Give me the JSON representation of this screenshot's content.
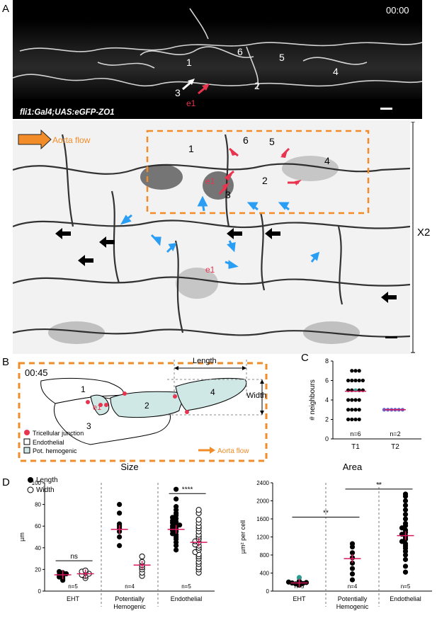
{
  "panel_labels": {
    "a": "A",
    "b": "B",
    "c": "C",
    "d": "D"
  },
  "panelA": {
    "timestamp": "00:00",
    "genotype": "fli1:Gal4;UAS:eGFP-ZO1",
    "cell_numbers": [
      "1",
      "2",
      "3",
      "4",
      "5",
      "6"
    ],
    "e1_label": "e1",
    "aorta_flow": "Aorta flow",
    "zoom_label": "X2"
  },
  "panelB": {
    "timestamp": "00:45",
    "cell_numbers": [
      "1",
      "2",
      "3",
      "4"
    ],
    "e1_label": "e1",
    "length_label": "Length",
    "width_label": "Width",
    "aorta_flow": "Aorta flow",
    "legend": [
      {
        "label": "Tricellular junction",
        "color": "#e8344e"
      },
      {
        "label": "Endothelial",
        "color": "#ffffff"
      },
      {
        "label": "Pot. hemogenic",
        "color": "#cfe8e6"
      }
    ]
  },
  "colors": {
    "orange": "#f28c28",
    "red": "#e8344e",
    "blue": "#2a9df4",
    "teal": "#2a9d8f",
    "magenta": "#d81b60"
  },
  "chart_data": [
    {
      "type": "scatter",
      "panel": "C",
      "ylabel": "# neighbours",
      "categories": [
        "T1",
        "T2"
      ],
      "ylim": [
        0,
        8
      ],
      "yticks": [
        0,
        2,
        4,
        6,
        8
      ],
      "n_labels": [
        "n=6",
        "n=2"
      ],
      "series": [
        {
          "category": "T1",
          "values": [
            7,
            7,
            7,
            6,
            6,
            6,
            6,
            6,
            5,
            5,
            5,
            5,
            5,
            4,
            4,
            4,
            4,
            3,
            3,
            3,
            3,
            2,
            2,
            2,
            2
          ],
          "highlight": [
            5
          ]
        },
        {
          "category": "T2",
          "values": [
            3,
            3,
            3,
            3,
            3,
            3
          ]
        }
      ],
      "means": [
        4.9,
        3.0
      ]
    },
    {
      "type": "scatter",
      "panel": "D-size",
      "title": "Size",
      "ylabel": "µm",
      "ylim": [
        0,
        100
      ],
      "yticks": [
        0,
        20,
        40,
        60,
        80,
        100
      ],
      "legend": [
        "Length",
        "Width"
      ],
      "groups": [
        "EHT",
        "Potentially Hemogenic",
        "Endothelial"
      ],
      "group_lines": [
        [
          "EHT"
        ],
        [
          "Potentially",
          "Hemogenic"
        ],
        [
          "Endothelial"
        ]
      ],
      "n_labels": [
        "n=5",
        "n=4",
        "n=5"
      ],
      "series": [
        {
          "name": "Length",
          "group": "EHT",
          "values": [
            10,
            12,
            13,
            14,
            15,
            16,
            17,
            18
          ],
          "mean": 15
        },
        {
          "name": "Width",
          "group": "EHT",
          "values": [
            12,
            14,
            15,
            16,
            17,
            18,
            19
          ],
          "mean": 16
        },
        {
          "name": "Length",
          "group": "Potentially Hemogenic",
          "values": [
            42,
            50,
            55,
            58,
            60,
            62,
            72,
            80
          ],
          "mean": 57
        },
        {
          "name": "Width",
          "group": "Potentially Hemogenic",
          "values": [
            14,
            17,
            20,
            22,
            24,
            27,
            32
          ],
          "mean": 24
        },
        {
          "name": "Length",
          "group": "Endothelial",
          "values": [
            38,
            42,
            45,
            48,
            50,
            52,
            53,
            55,
            56,
            57,
            58,
            59,
            60,
            61,
            62,
            63,
            64,
            65,
            67,
            68,
            70,
            72,
            75,
            78,
            85,
            94
          ],
          "mean": 57
        },
        {
          "name": "Width",
          "group": "Endothelial",
          "values": [
            17,
            20,
            22,
            25,
            27,
            30,
            32,
            34,
            36,
            38,
            40,
            42,
            43,
            45,
            46,
            48,
            50,
            52,
            55,
            58,
            60,
            63,
            66,
            72,
            75
          ],
          "mean": 45
        }
      ],
      "significance": [
        {
          "label": "ns",
          "from": 0,
          "to": 1,
          "y": 28
        },
        {
          "label": "****",
          "from": 4,
          "to": 5,
          "y": 90
        }
      ]
    },
    {
      "type": "scatter",
      "panel": "D-area",
      "title": "Area",
      "ylabel": "µm² per cell",
      "ylim": [
        0,
        2400
      ],
      "yticks": [
        0,
        400,
        800,
        1200,
        1600,
        2000,
        2400
      ],
      "groups": [
        "EHT",
        "Potentially Hemogenic",
        "Endothelial"
      ],
      "group_lines": [
        [
          "EHT"
        ],
        [
          "Potentially",
          "Hemogenic"
        ],
        [
          "Endothelial"
        ]
      ],
      "n_labels": [
        "n=5",
        "n=4",
        "n=5"
      ],
      "series": [
        {
          "group": "EHT",
          "values": [
            130,
            150,
            160,
            170,
            180,
            190,
            200,
            220,
            300
          ],
          "mean": 180,
          "highlight": [
            300
          ]
        },
        {
          "group": "Potentially Hemogenic",
          "values": [
            250,
            380,
            500,
            620,
            740,
            850,
            980,
            1050
          ],
          "mean": 720
        },
        {
          "group": "Endothelial",
          "values": [
            420,
            550,
            700,
            800,
            880,
            950,
            1000,
            1050,
            1100,
            1150,
            1200,
            1230,
            1260,
            1300,
            1350,
            1400,
            1450,
            1500,
            1600,
            1700,
            1800,
            1900,
            2000,
            2100,
            2150
          ],
          "mean": 1230
        }
      ],
      "significance": [
        {
          "label": "**",
          "from": 0,
          "to": 1,
          "y": 1640
        },
        {
          "label": "**",
          "from": 1,
          "to": 2,
          "y": 2260
        }
      ]
    }
  ]
}
